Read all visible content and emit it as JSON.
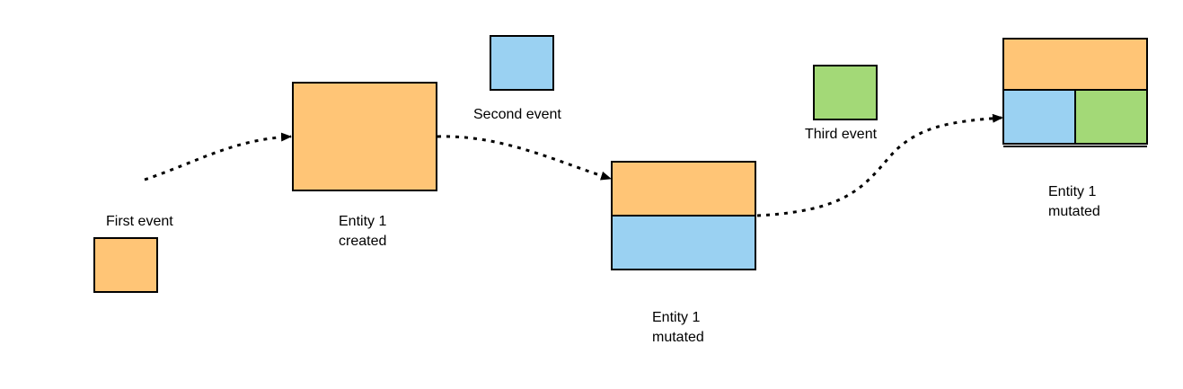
{
  "diagram": {
    "colors": {
      "orange": "#FFC576",
      "blue": "#9AD1F2",
      "green": "#A3D977",
      "stroke": "#000000",
      "background": "#FFFFFF"
    },
    "events": [
      {
        "label": "First event",
        "color": "orange"
      },
      {
        "label": "Second event",
        "color": "blue"
      },
      {
        "label": "Third event",
        "color": "green"
      }
    ],
    "entities": [
      {
        "label_line1": "Entity 1",
        "label_line2": "created",
        "parts": [
          "orange"
        ]
      },
      {
        "label_line1": "Entity 1",
        "label_line2": "mutated",
        "parts": [
          "orange",
          "blue"
        ]
      },
      {
        "label_line1": "Entity 1",
        "label_line2": "mutated",
        "parts": [
          "orange",
          "blue",
          "green"
        ]
      }
    ],
    "connectors": [
      {
        "style": "dotted",
        "arrow": true
      },
      {
        "style": "dotted",
        "arrow": true
      },
      {
        "style": "dotted",
        "arrow": true
      }
    ]
  }
}
